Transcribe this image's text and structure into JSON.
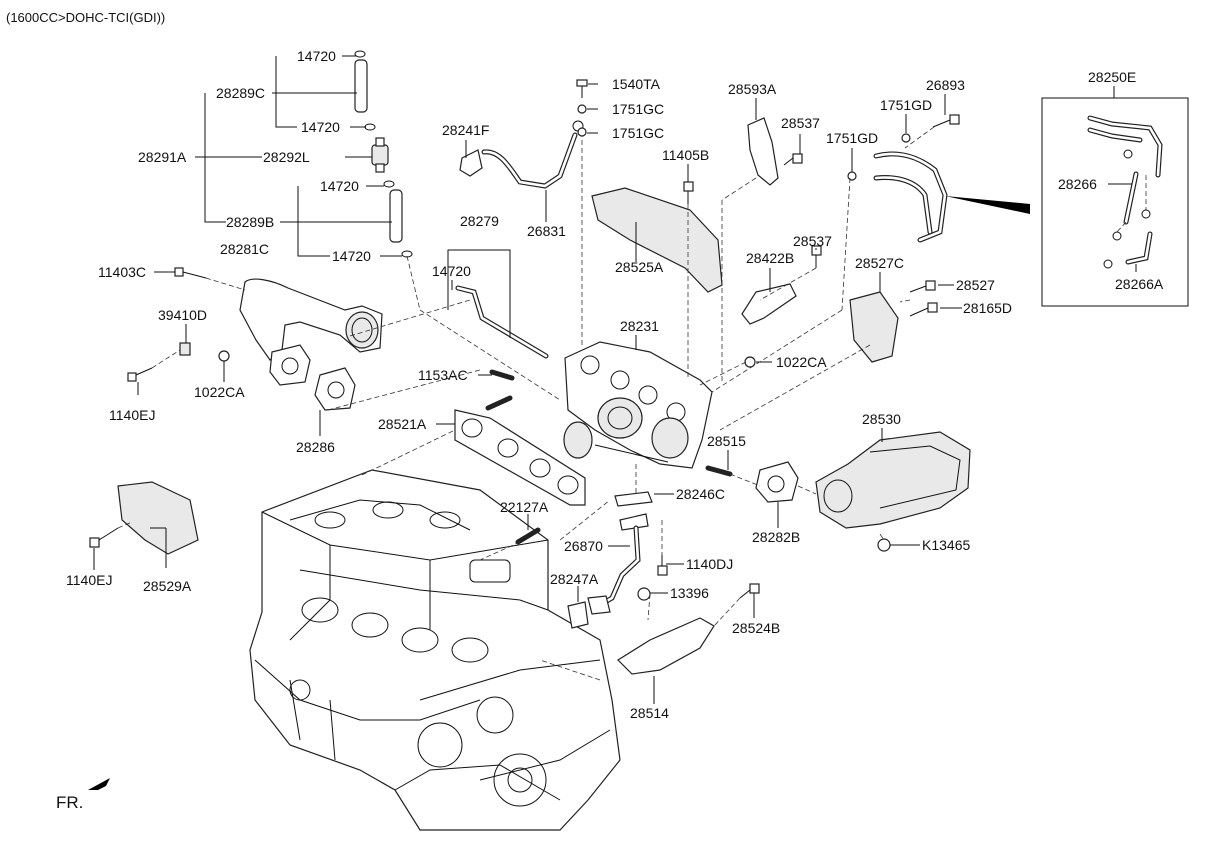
{
  "header": {
    "engine_spec": "(1600CC>DOHC-TCI(GDI))"
  },
  "front_marker": "FR.",
  "labels": {
    "p14720_a": "14720",
    "p28289C": "28289C",
    "p14720_b": "14720",
    "p28291A": "28291A",
    "p28292L": "28292L",
    "p14720_c": "14720",
    "p28289B": "28289B",
    "p14720_d": "14720",
    "p28281C": "28281C",
    "p11403C": "11403C",
    "p39410D": "39410D",
    "p1022CA_a": "1022CA",
    "p1140EJ_a": "1140EJ",
    "p28286": "28286",
    "p1540TA": "1540TA",
    "p1751GC_a": "1751GC",
    "p1751GC_b": "1751GC",
    "p28241F": "28241F",
    "p26831": "26831",
    "p28279": "28279",
    "p14720_e": "14720",
    "p1153AC": "1153AC",
    "p28521A": "28521A",
    "p28593A": "28593A",
    "p28537_a": "28537",
    "p11405B": "11405B",
    "p28525A": "28525A",
    "p28231": "28231",
    "p26893": "26893",
    "p1751GD_a": "1751GD",
    "p1751GD_b": "1751GD",
    "p28422B": "28422B",
    "p28537_b": "28537",
    "p28527C": "28527C",
    "p28527": "28527",
    "p28165D": "28165D",
    "p1022CA_b": "1022CA",
    "p28250E": "28250E",
    "p28266": "28266",
    "p28266A": "28266A",
    "p28530": "28530",
    "p28515": "28515",
    "p28246C": "28246C",
    "p28282B": "28282B",
    "pK13465": "K13465",
    "p22127A": "22127A",
    "p26870": "26870",
    "p1140DJ": "1140DJ",
    "p28247A": "28247A",
    "p13396": "13396",
    "p28524B": "28524B",
    "p28514": "28514",
    "p1140EJ_b": "1140EJ",
    "p28529A": "28529A"
  }
}
